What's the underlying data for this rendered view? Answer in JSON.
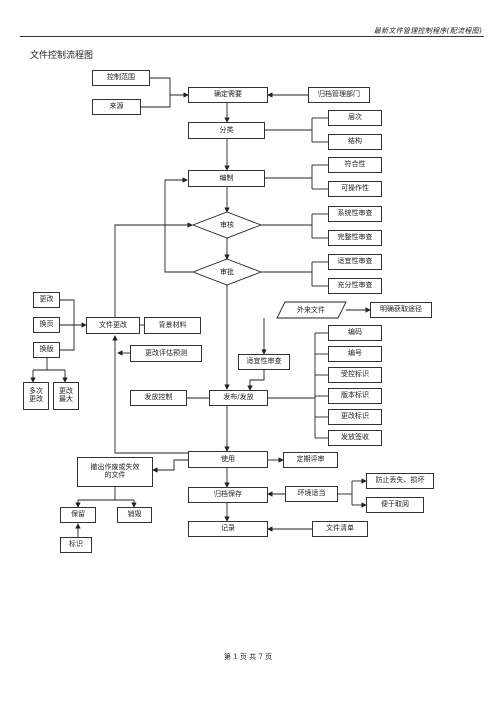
{
  "header": {
    "doc_title": "最新文件管理控制程序(配流程图)"
  },
  "page_title": "文件控制流程图",
  "nodes": {
    "control_scope": "控制范围",
    "source": "来源",
    "determine_need": "确定需要",
    "archive_dept": "归档管理部门",
    "classify": "分类",
    "level": "层次",
    "structure": "结构",
    "compile": "编制",
    "conformity": "符合性",
    "operability": "可操作性",
    "review": "审核",
    "systematic_review": "系统性审查",
    "completeness_review": "完整性审查",
    "approve": "审批",
    "suitability_review_a": "适宜性审查",
    "adequacy_review": "充分性审查",
    "external_file": "外来文件",
    "clear_source": "明确获取途径",
    "change": "更改",
    "page_replace": "换页",
    "edition_replace": "换版",
    "file_change": "文件更改",
    "background": "背景材料",
    "change_eval": "更改评估预测",
    "multi_change": "多次\n更改",
    "change_max": "更改\n最大",
    "suitability_review_b": "适宜性审查",
    "code": "编码",
    "number": "编号",
    "controlled_mark": "受控标识",
    "version_mark": "版本标识",
    "change_mark": "更改标识",
    "issue_sign": "发放签收",
    "issue_control": "发放控制",
    "publish": "发布/发放",
    "use": "使用",
    "periodic_review": "定期评审",
    "withdraw": "撤出作废或失效\n的文件",
    "archive": "归档保存",
    "environment": "环境适当",
    "prevent_loss": "防止丢失、损坏",
    "easy_access": "便于取阅",
    "keep": "保留",
    "destroy": "销毁",
    "mark": "标识",
    "record": "记录",
    "file_list": "文件清单"
  },
  "footer": "第 1 页 共 7 页"
}
